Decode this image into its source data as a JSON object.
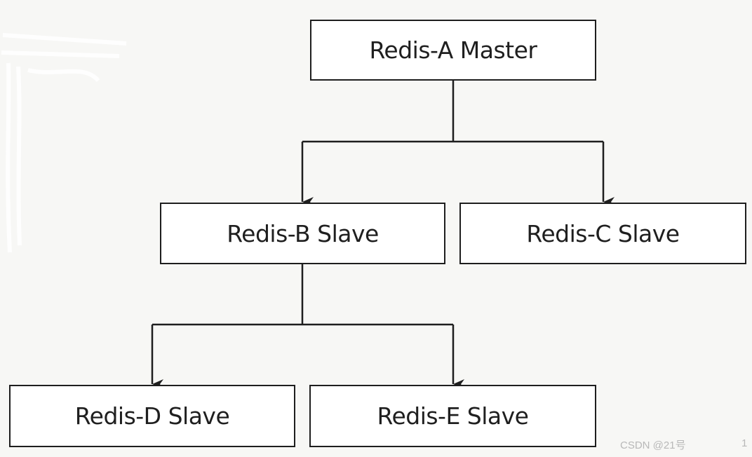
{
  "diagram": {
    "nodes": [
      {
        "id": "a",
        "label": "Redis-A Master"
      },
      {
        "id": "b",
        "label": "Redis-B Slave"
      },
      {
        "id": "c",
        "label": "Redis-C Slave"
      },
      {
        "id": "d",
        "label": "Redis-D Slave"
      },
      {
        "id": "e",
        "label": "Redis-E Slave"
      }
    ],
    "edges": [
      {
        "from": "a",
        "to": "b"
      },
      {
        "from": "a",
        "to": "c"
      },
      {
        "from": "b",
        "to": "d"
      },
      {
        "from": "b",
        "to": "e"
      }
    ]
  },
  "watermark": "CSDN @21号",
  "page_mark": "1",
  "colors": {
    "background": "#f7f7f5",
    "box_fill": "#ffffff",
    "stroke": "#1e1e1e"
  }
}
